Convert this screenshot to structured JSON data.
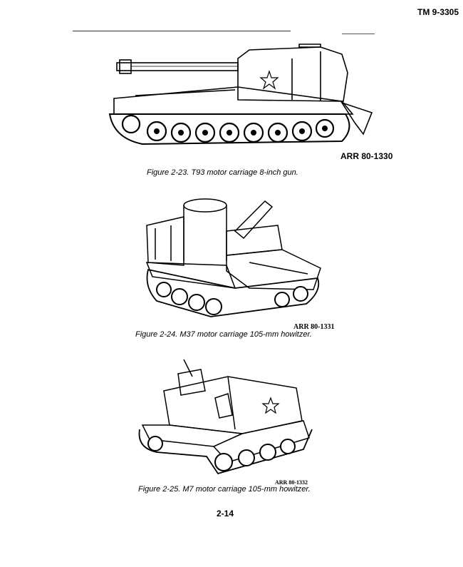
{
  "header": {
    "doc_number": "TM 9-3305"
  },
  "figures": [
    {
      "ref": "ARR 80-1330",
      "caption": "Figure 2-23.  T93 motor carriage 8-inch gun."
    },
    {
      "ref": "ARR 80-1331",
      "caption": "Figure 2-24.  M37 motor carriage 105-mm howitzer."
    },
    {
      "ref": "ARR 80-1332",
      "caption": "Figure 2-25.  M7 motor carriage 105-mm howitzer."
    }
  ],
  "footer": {
    "page_number": "2-14"
  }
}
